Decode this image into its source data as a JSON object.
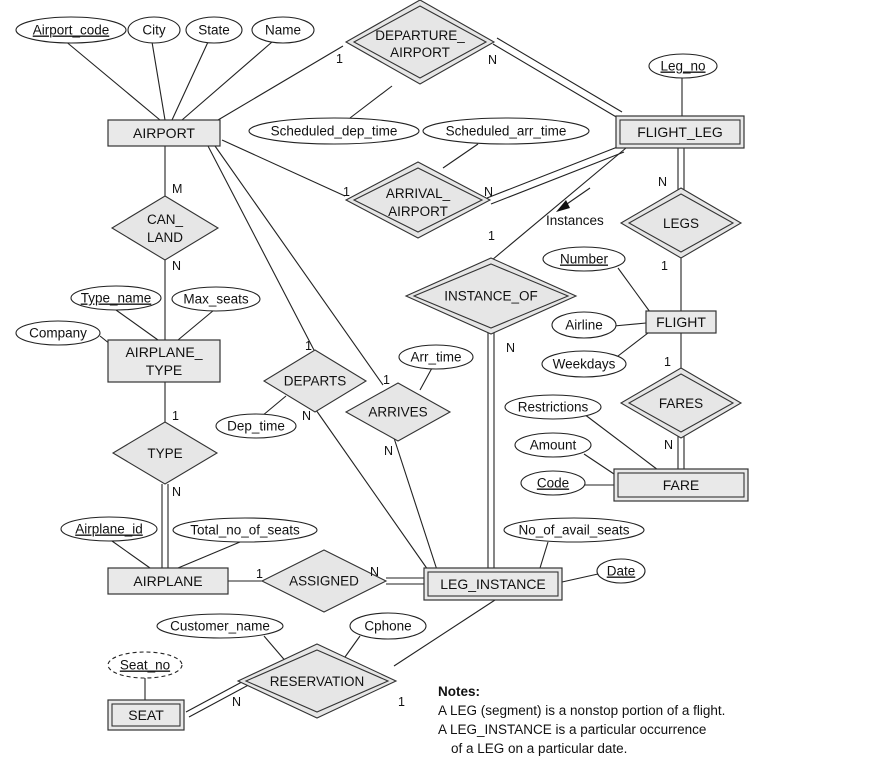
{
  "entities": {
    "airport": "AIRPORT",
    "flight_leg": "FLIGHT_LEG",
    "airplane_type": [
      "AIRPLANE_",
      "TYPE"
    ],
    "flight": "FLIGHT",
    "fare": "FARE",
    "airplane": "AIRPLANE",
    "leg_instance": "LEG_INSTANCE",
    "seat": "SEAT"
  },
  "relationships": {
    "departure_airport": [
      "DEPARTURE_",
      "AIRPORT"
    ],
    "arrival_airport": [
      "ARRIVAL_",
      "AIRPORT"
    ],
    "can_land": [
      "CAN_",
      "LAND"
    ],
    "legs": "LEGS",
    "instance_of": "INSTANCE_OF",
    "departs": "DEPARTS",
    "arrives": "ARRIVES",
    "fares": "FARES",
    "type": "TYPE",
    "assigned": "ASSIGNED",
    "reservation": "RESERVATION"
  },
  "attributes": {
    "airport_code": "Airport_code",
    "city": "City",
    "state": "State",
    "name": "Name",
    "leg_no": "Leg_no",
    "scheduled_dep_time": "Scheduled_dep_time",
    "scheduled_arr_time": "Scheduled_arr_time",
    "number": "Number",
    "airline": "Airline",
    "weekdays": "Weekdays",
    "type_name": "Type_name",
    "max_seats": "Max_seats",
    "company": "Company",
    "arr_time": "Arr_time",
    "dep_time": "Dep_time",
    "restrictions": "Restrictions",
    "amount": "Amount",
    "code": "Code",
    "airplane_id": "Airplane_id",
    "total_no_of_seats": "Total_no_of_seats",
    "no_of_avail_seats": "No_of_avail_seats",
    "date": "Date",
    "customer_name": "Customer_name",
    "cphone": "Cphone",
    "seat_no": "Seat_no"
  },
  "cardinalities": {
    "dep_airport_1": "1",
    "dep_airport_n": "N",
    "arr_airport_1": "1",
    "arr_airport_n": "N",
    "can_land_m": "M",
    "can_land_n": "N",
    "legs_n": "N",
    "legs_1": "1",
    "instance_of_1": "1",
    "instance_of_n": "N",
    "departs_1": "1",
    "departs_n": "N",
    "arrives_1": "1",
    "arrives_n": "N",
    "fares_1": "1",
    "fares_n": "N",
    "type_1": "1",
    "type_n": "N",
    "assigned_1": "1",
    "assigned_n": "N",
    "reservation_n": "N",
    "reservation_1": "1"
  },
  "instances_label": "Instances",
  "notes": {
    "heading": "Notes:",
    "line1": "A LEG (segment) is a nonstop portion of a flight.",
    "line2": "A LEG_INSTANCE is a particular occurrence",
    "line3": "of a LEG on a particular date."
  }
}
